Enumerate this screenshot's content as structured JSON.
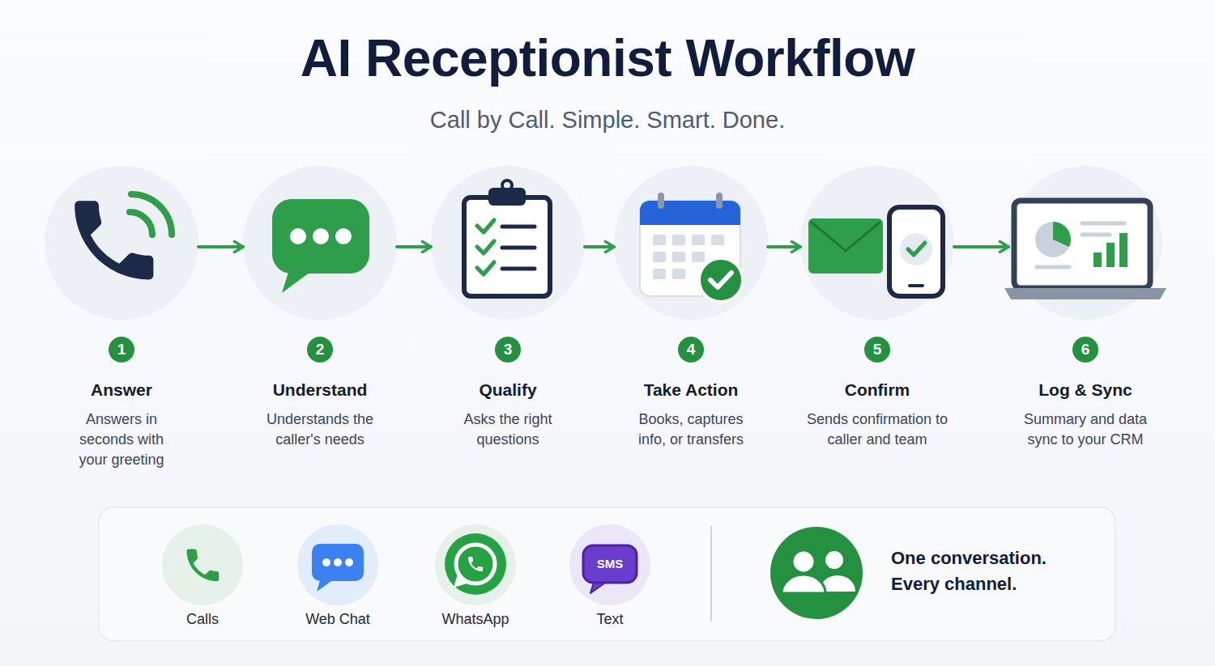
{
  "diagram": {
    "title": "AI Receptionist Workflow",
    "nodes": [
      {
        "text": [
          "1",
          "Answer",
          "Answers in seconds with your greeting"
        ]
      },
      {
        "text": [
          "2",
          "Understand",
          "Understands the caller's needs"
        ]
      },
      {
        "text": [
          "3",
          "Qualify",
          "Asks the right questions"
        ]
      },
      {
        "text": [
          "4",
          "Take Action",
          "Books, captures info, or transfers"
        ]
      },
      {
        "text": [
          "5",
          "Confirm",
          "Sends confirmation to caller and team"
        ]
      },
      {
        "text": [
          "6",
          "Log & Sync",
          "Summary and data sync to your CRM"
        ]
      },
      {
        "text": [
          "One conversation. Every channel."
        ]
      },
      {
        "text": [
          "Calls"
        ],
        "in": 6
      },
      {
        "text": [
          "Web Chat"
        ],
        "in": 6
      },
      {
        "text": [
          "WhatsApp"
        ],
        "in": 6
      },
      {
        "text": [
          "SMS",
          "Text"
        ],
        "in": 6
      }
    ],
    "edges": [
      {
        "from": 0,
        "to": 1,
        "arrow": "to"
      },
      {
        "from": 1,
        "to": 2,
        "arrow": "to"
      },
      {
        "from": 2,
        "to": 3,
        "arrow": "to"
      },
      {
        "from": 3,
        "to": 4,
        "arrow": "to"
      },
      {
        "from": 4,
        "to": 5,
        "arrow": "to"
      }
    ],
    "labels": [
      "Call by Call. Simple. Smart. Done."
    ]
  }
}
